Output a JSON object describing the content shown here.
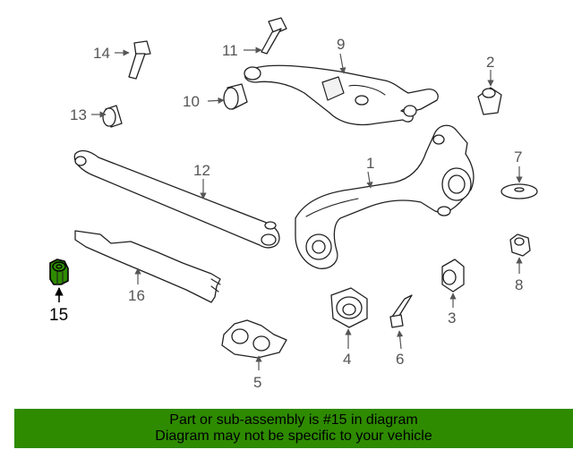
{
  "diagram": {
    "callouts": [
      "1",
      "2",
      "3",
      "4",
      "5",
      "6",
      "7",
      "8",
      "9",
      "10",
      "11",
      "12",
      "13",
      "14",
      "15",
      "16"
    ],
    "highlighted_part": "15",
    "highlight_color": "#2e8b00"
  },
  "banner": {
    "line1": "Part or sub-assembly is #15 in diagram",
    "line2": "Diagram may not be specific to your vehicle",
    "background": "#2e8b00"
  }
}
